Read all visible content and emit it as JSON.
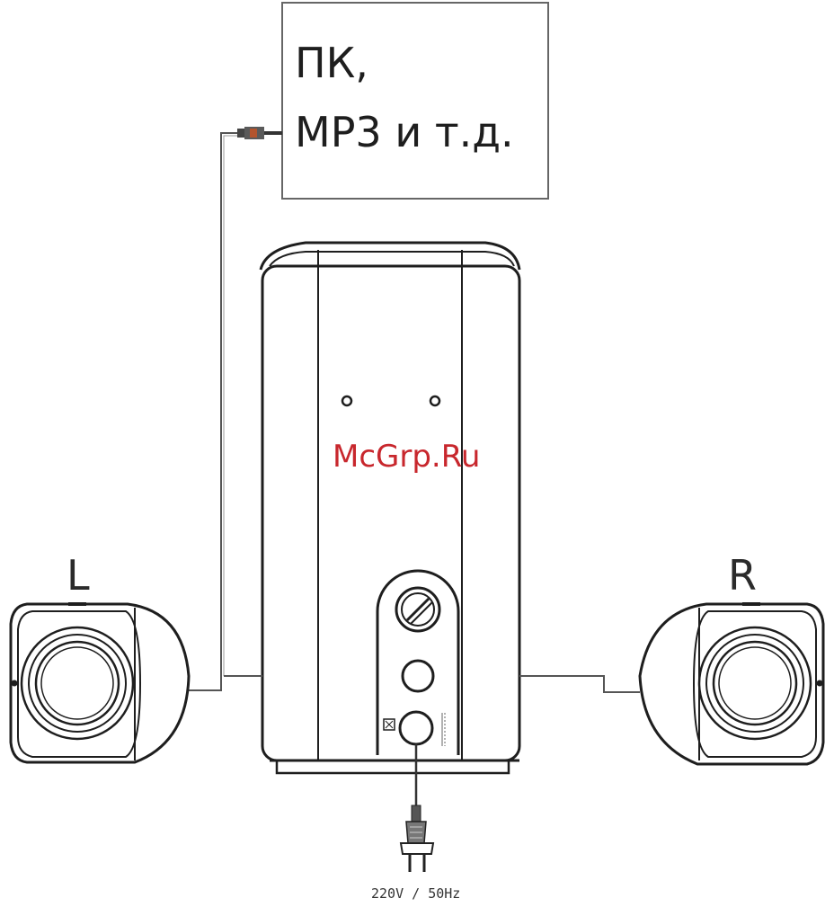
{
  "source_box": {
    "line1": "ПК,",
    "line2": "MP3 и т.д."
  },
  "speakers": {
    "left_label": "L",
    "right_label": "R"
  },
  "watermark": "McGrp.Ru",
  "power": {
    "voltage_label": "220V / 50Hz"
  },
  "colors": {
    "line": "#2a2a2a",
    "watermark": "#c8272d"
  }
}
